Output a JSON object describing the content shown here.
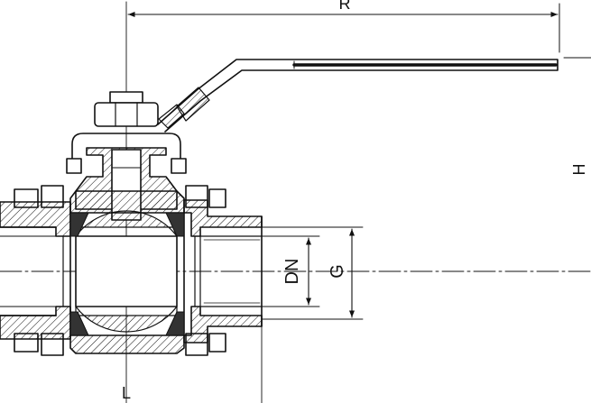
{
  "colors": {
    "line": "#111111",
    "background": "#ffffff"
  },
  "labels": {
    "r": "R",
    "h": "H",
    "dn": "DN",
    "g": "G",
    "l": "L"
  }
}
